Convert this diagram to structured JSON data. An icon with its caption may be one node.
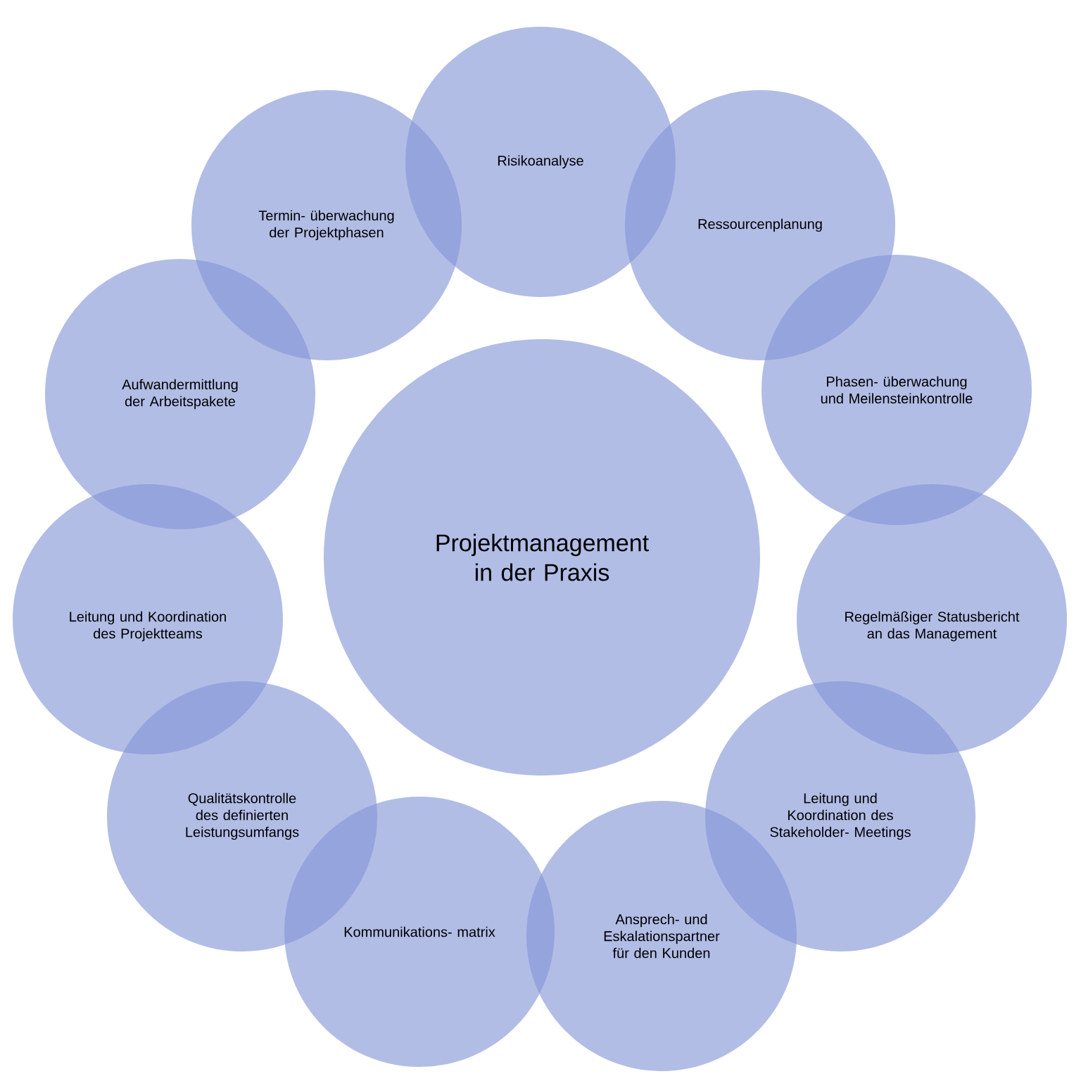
{
  "diagram": {
    "nodes": [
      {
        "text": [
          "Projektmanagement in der Praxis"
        ]
      },
      {
        "text": [
          "Risikoanalyse"
        ]
      },
      {
        "text": [
          "Ressourcenplanung"
        ]
      },
      {
        "text": [
          "Phasen- überwachung und Meilensteinkontrolle"
        ]
      },
      {
        "text": [
          "Regelmäßiger Statusbericht an das Management"
        ]
      },
      {
        "text": [
          "Leitung und Koordination des Stakeholder- Meetings"
        ]
      },
      {
        "text": [
          "Ansprech- und Eskalationspartner für den Kunden"
        ]
      },
      {
        "text": [
          "Kommunikations- matrix"
        ]
      },
      {
        "text": [
          "Qualitätskontrolle des definierten Leistungsumfangs"
        ]
      },
      {
        "text": [
          "Leitung und Koordination des Projektteams"
        ]
      },
      {
        "text": [
          "Aufwandermittlung der Arbeitspakete"
        ]
      },
      {
        "text": [
          "Termin- überwachung der Projektphasen"
        ]
      }
    ]
  }
}
